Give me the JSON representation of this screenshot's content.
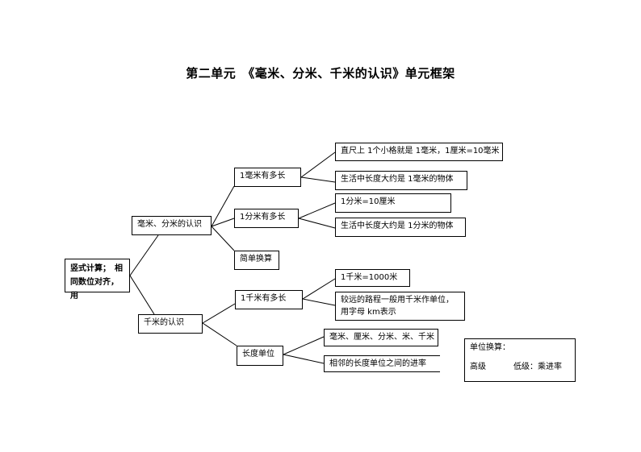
{
  "title": "第二单元　《毫米、分米、千米的认识》单元框架",
  "nodes": {
    "root": "竖式计算；　相同数位对齐，用",
    "mm_dm": "毫米、分米的认识",
    "km": "千米的认识",
    "mm_how_long": "1毫米有多长",
    "dm_how_long": "1分米有多长",
    "simple_convert": "简单换算",
    "km_how_long": "1千米有多长",
    "length_units": "长度单位",
    "ruler_fact": "直尺上 1个小格就是 1毫米，1厘米=10毫米",
    "mm_object": "生活中长度大约是 1毫米的物体",
    "dm_fact": "1分米=10厘米",
    "dm_object": "生活中长度大约是 1分米的物体",
    "km_fact": "1千米=1000米",
    "km_usage": "较远的路程一般用千米作单位，用字母 km表示",
    "unit_list": "毫米、厘米、分米、米、千米",
    "adjacent_rate": "相邻的长度单位之间的进率"
  },
  "conversion": {
    "heading": "单位换算：",
    "high": "高级",
    "low": "低级：乘进率"
  }
}
